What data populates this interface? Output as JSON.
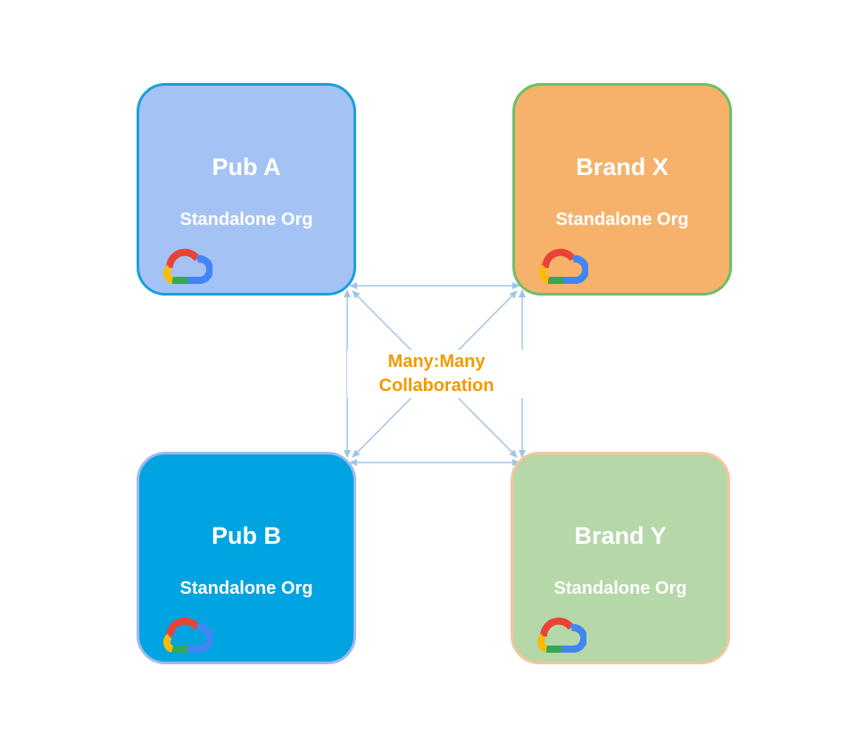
{
  "relationship": {
    "line1": "Many:Many",
    "line2": "Collaboration",
    "color": "#f29900",
    "arrow_color": "#9fc5e8"
  },
  "nodes": [
    {
      "id": "pub-a",
      "title": "Pub A",
      "subtitle": "Standalone Org",
      "fill": "#a4c2f4",
      "border": "#1a9fdc",
      "icon": "google-cloud-icon"
    },
    {
      "id": "brand-x",
      "title": "Brand X",
      "subtitle": "Standalone Org",
      "fill": "#f6b26b",
      "border": "#6dbf67",
      "icon": "google-cloud-icon"
    },
    {
      "id": "pub-b",
      "title": "Pub B",
      "subtitle": "Standalone Org",
      "fill": "#00a4e0",
      "border": "#9fb9ef",
      "icon": "google-cloud-icon"
    },
    {
      "id": "brand-y",
      "title": "Brand Y",
      "subtitle": "Standalone Org",
      "fill": "#b6d7a8",
      "border": "#f4c59d",
      "icon": "google-cloud-icon"
    }
  ]
}
